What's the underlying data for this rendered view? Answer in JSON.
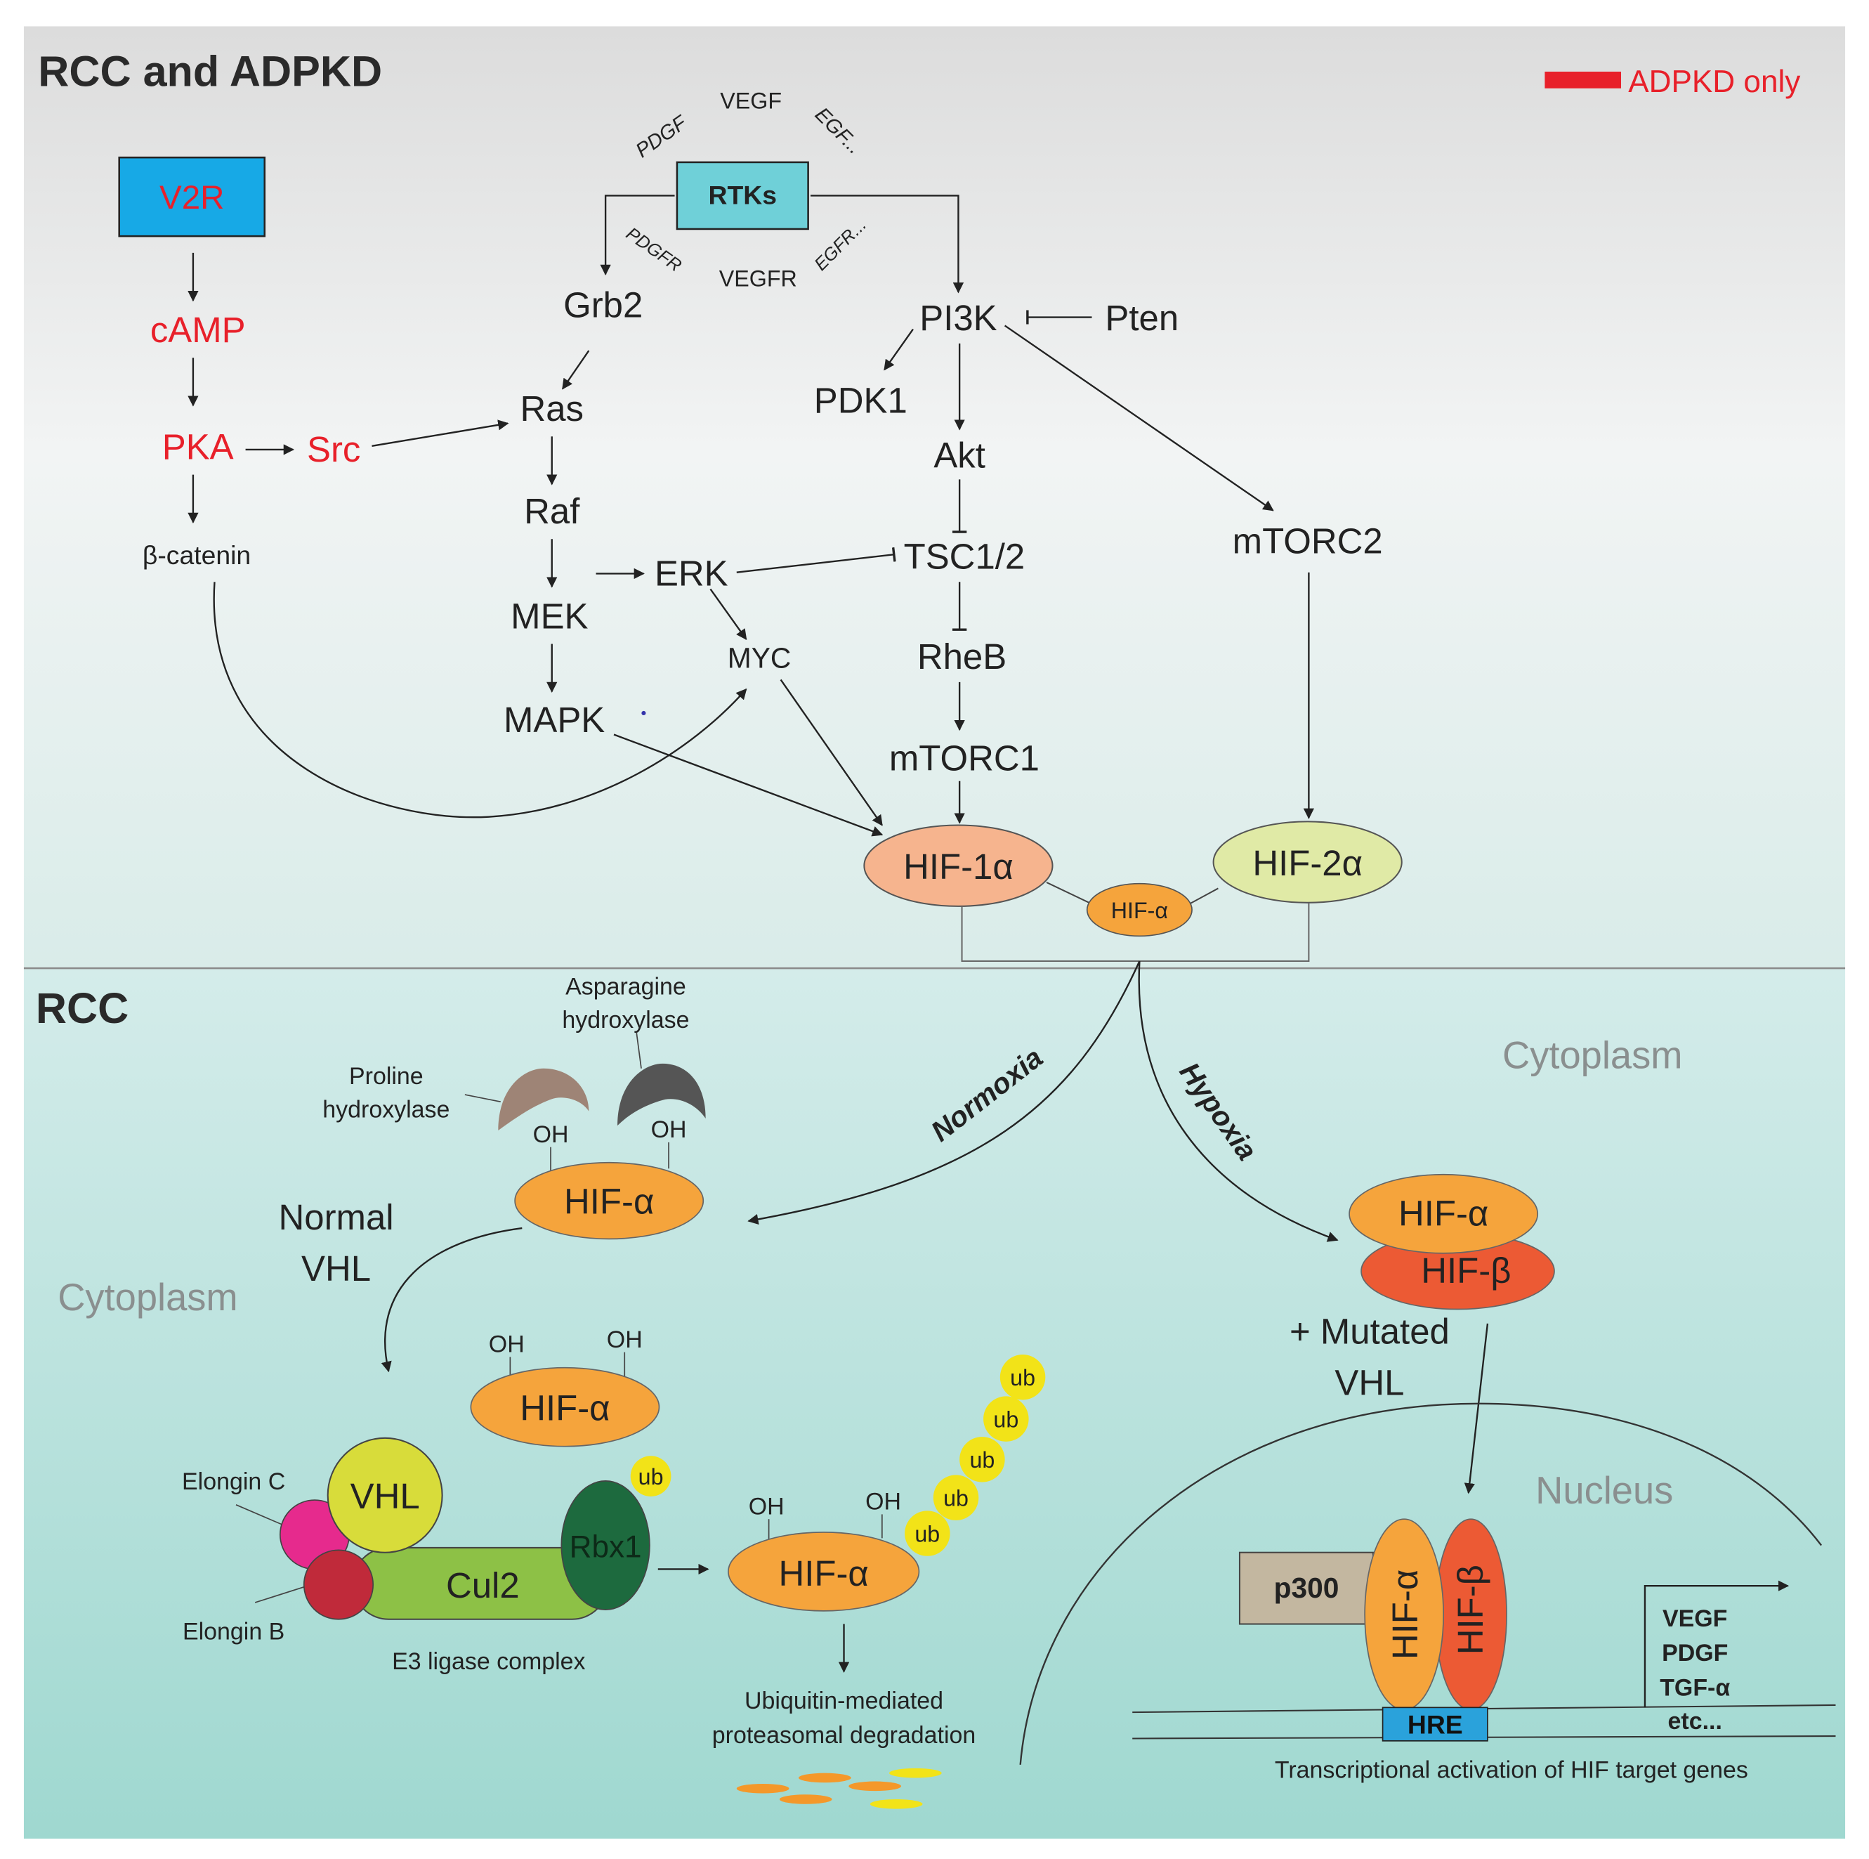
{
  "colors": {
    "adpkd_red": "#e8202a",
    "rtk_box": "#6fd0d8",
    "v2r_box": "#17a9e6",
    "hif1a": "#f6b48e",
    "hif2a": "#e0eaa6",
    "hif_alpha": "#f5a43c",
    "hif_beta": "#ec5a34",
    "vhl": "#d8dc3a",
    "cul2": "#8dc146",
    "rbx1": "#1d6a3e",
    "elongin_c": "#e62a8d",
    "elongin_b": "#c02a3a",
    "ub": "#f2e318",
    "p300": "#c3b7a0",
    "hre": "#2aa2db",
    "prolyl": "#9e8476",
    "asparagine": "#555555"
  },
  "top": {
    "title": "RCC and ADPKD",
    "legend_label": "ADPKD only",
    "v2r": "V2R",
    "camp": "cAMP",
    "pka": "PKA",
    "src": "Src",
    "beta_catenin": "β-catenin",
    "ligand_pdgf": "PDGF",
    "ligand_vegf": "VEGF",
    "ligand_egf": "EGF...",
    "rtks": "RTKs",
    "receptor_pdgfr": "PDGFR",
    "receptor_vegfr": "VEGFR",
    "receptor_egfr": "EGFR...",
    "grb2": "Grb2",
    "ras": "Ras",
    "raf": "Raf",
    "mek": "MEK",
    "mapk": "MAPK",
    "erk": "ERK",
    "myc": "MYC",
    "pi3k": "PI3K",
    "pten": "Pten",
    "pdk1": "PDK1",
    "akt": "Akt",
    "tsc": "TSC1/2",
    "rheb": "RheB",
    "mtorc1": "mTORC1",
    "mtorc2": "mTORC2",
    "hif1a": "HIF-1α",
    "hif2a": "HIF-2α",
    "hif_alpha": "HIF-α"
  },
  "bottom": {
    "title": "RCC",
    "cytoplasm_left": "Cytoplasm",
    "cytoplasm_right": "Cytoplasm",
    "nucleus": "Nucleus",
    "normoxia": "Normoxia",
    "hypoxia": "Hypoxia",
    "asparagine_hydroxylase_1": "Asparagine",
    "asparagine_hydroxylase_2": "hydroxylase",
    "proline_hydroxylase_1": "Proline",
    "proline_hydroxylase_2": "hydroxylase",
    "oh": "OH",
    "hif_alpha": "HIF-α",
    "hif_beta": "HIF-β",
    "normal_vhl_1": "Normal",
    "normal_vhl_2": "VHL",
    "mutated_vhl_1": "+ Mutated",
    "mutated_vhl_2": "VHL",
    "elongin_c": "Elongin C",
    "elongin_b": "Elongin B",
    "vhl": "VHL",
    "cul2": "Cul2",
    "rbx1": "Rbx1",
    "ub": "ub",
    "e3_complex": "E3 ligase complex",
    "degradation_1": "Ubiquitin-mediated",
    "degradation_2": "proteasomal degradation",
    "p300": "p300",
    "hre": "HRE",
    "target_genes": [
      "VEGF",
      "PDGF",
      "TGF-α",
      "etc..."
    ],
    "transcription": "Transcriptional activation of HIF target genes"
  }
}
